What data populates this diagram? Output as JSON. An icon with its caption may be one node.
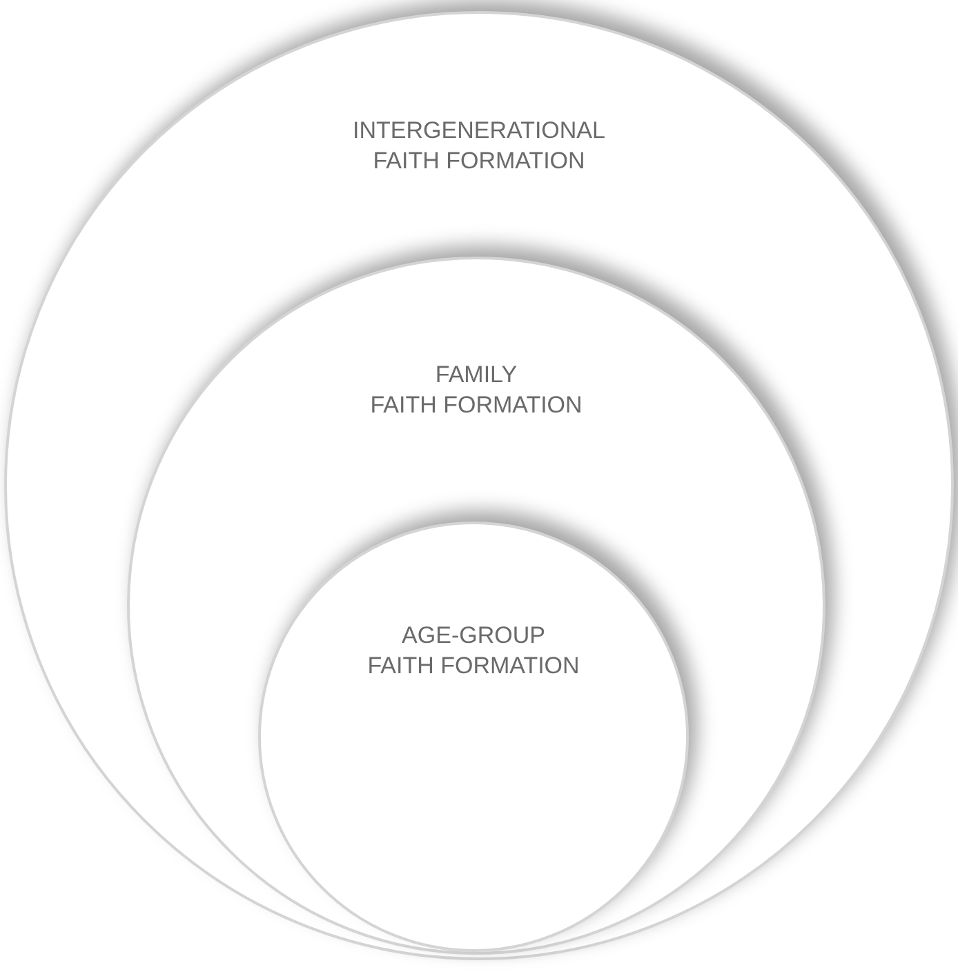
{
  "diagram": {
    "nodes": [
      {
        "text": [
          "INTERGENERATIONAL FAITH FORMATION"
        ]
      },
      {
        "text": [
          "FAMILY FAITH FORMATION"
        ],
        "in": 0
      },
      {
        "text": [
          "AGE-GROUP FAITH FORMATION"
        ],
        "in": 1
      }
    ]
  }
}
